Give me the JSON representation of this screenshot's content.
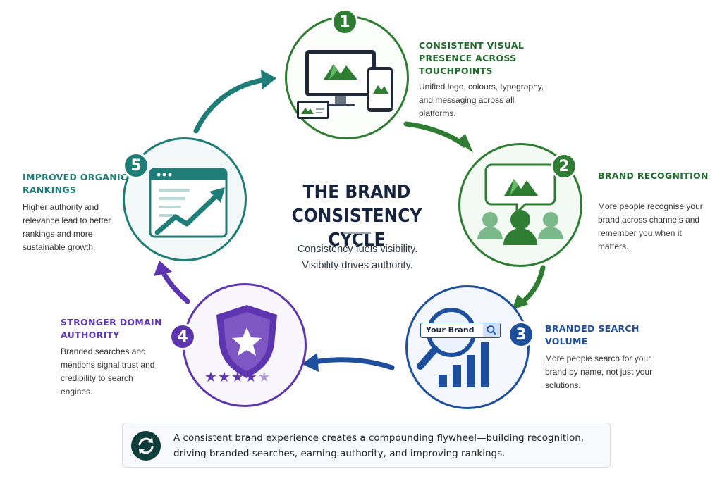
{
  "title": {
    "line1": "THE BRAND",
    "line2": "CONSISTENCY CYCLE"
  },
  "subtitle": {
    "line1": "Consistency fuels visibility.",
    "line2": "Visibility drives authority."
  },
  "steps": [
    {
      "number": "1",
      "title": "CONSISTENT VISUAL PRESENCE ACROSS TOUCHPOINTS",
      "description": "Unified logo, colours, typography, and messaging across all platforms.",
      "icon": "devices-icon",
      "color": "#2e7d32"
    },
    {
      "number": "2",
      "title": "BRAND RECOGNITION",
      "description": "More people recognise your brand across channels and remember you when it matters.",
      "icon": "people-recognition-icon",
      "color": "#2e7d32"
    },
    {
      "number": "3",
      "title": "BRANDED SEARCH VOLUME",
      "description": "More people search for your brand by name, not just your solutions.",
      "icon": "search-growth-icon",
      "color": "#1d4f9c",
      "search_box_text": "Your Brand"
    },
    {
      "number": "4",
      "title": "STRONGER DOMAIN AUTHORITY",
      "description": "Branded searches and mentions signal trust and credibility to search engines.",
      "icon": "shield-star-icon",
      "color": "#5e35b1"
    },
    {
      "number": "5",
      "title": "IMPROVED ORGANIC RANKINGS",
      "description": "Higher authority and relevance lead to better rankings and more sustainable growth.",
      "icon": "ranking-chart-icon",
      "color": "#1f7d78"
    }
  ],
  "footer": {
    "text": "A consistent brand experience creates a compounding flywheel—building recognition, driving branded searches, earning authority, and improving rankings.",
    "icon": "refresh-cycle-icon"
  }
}
